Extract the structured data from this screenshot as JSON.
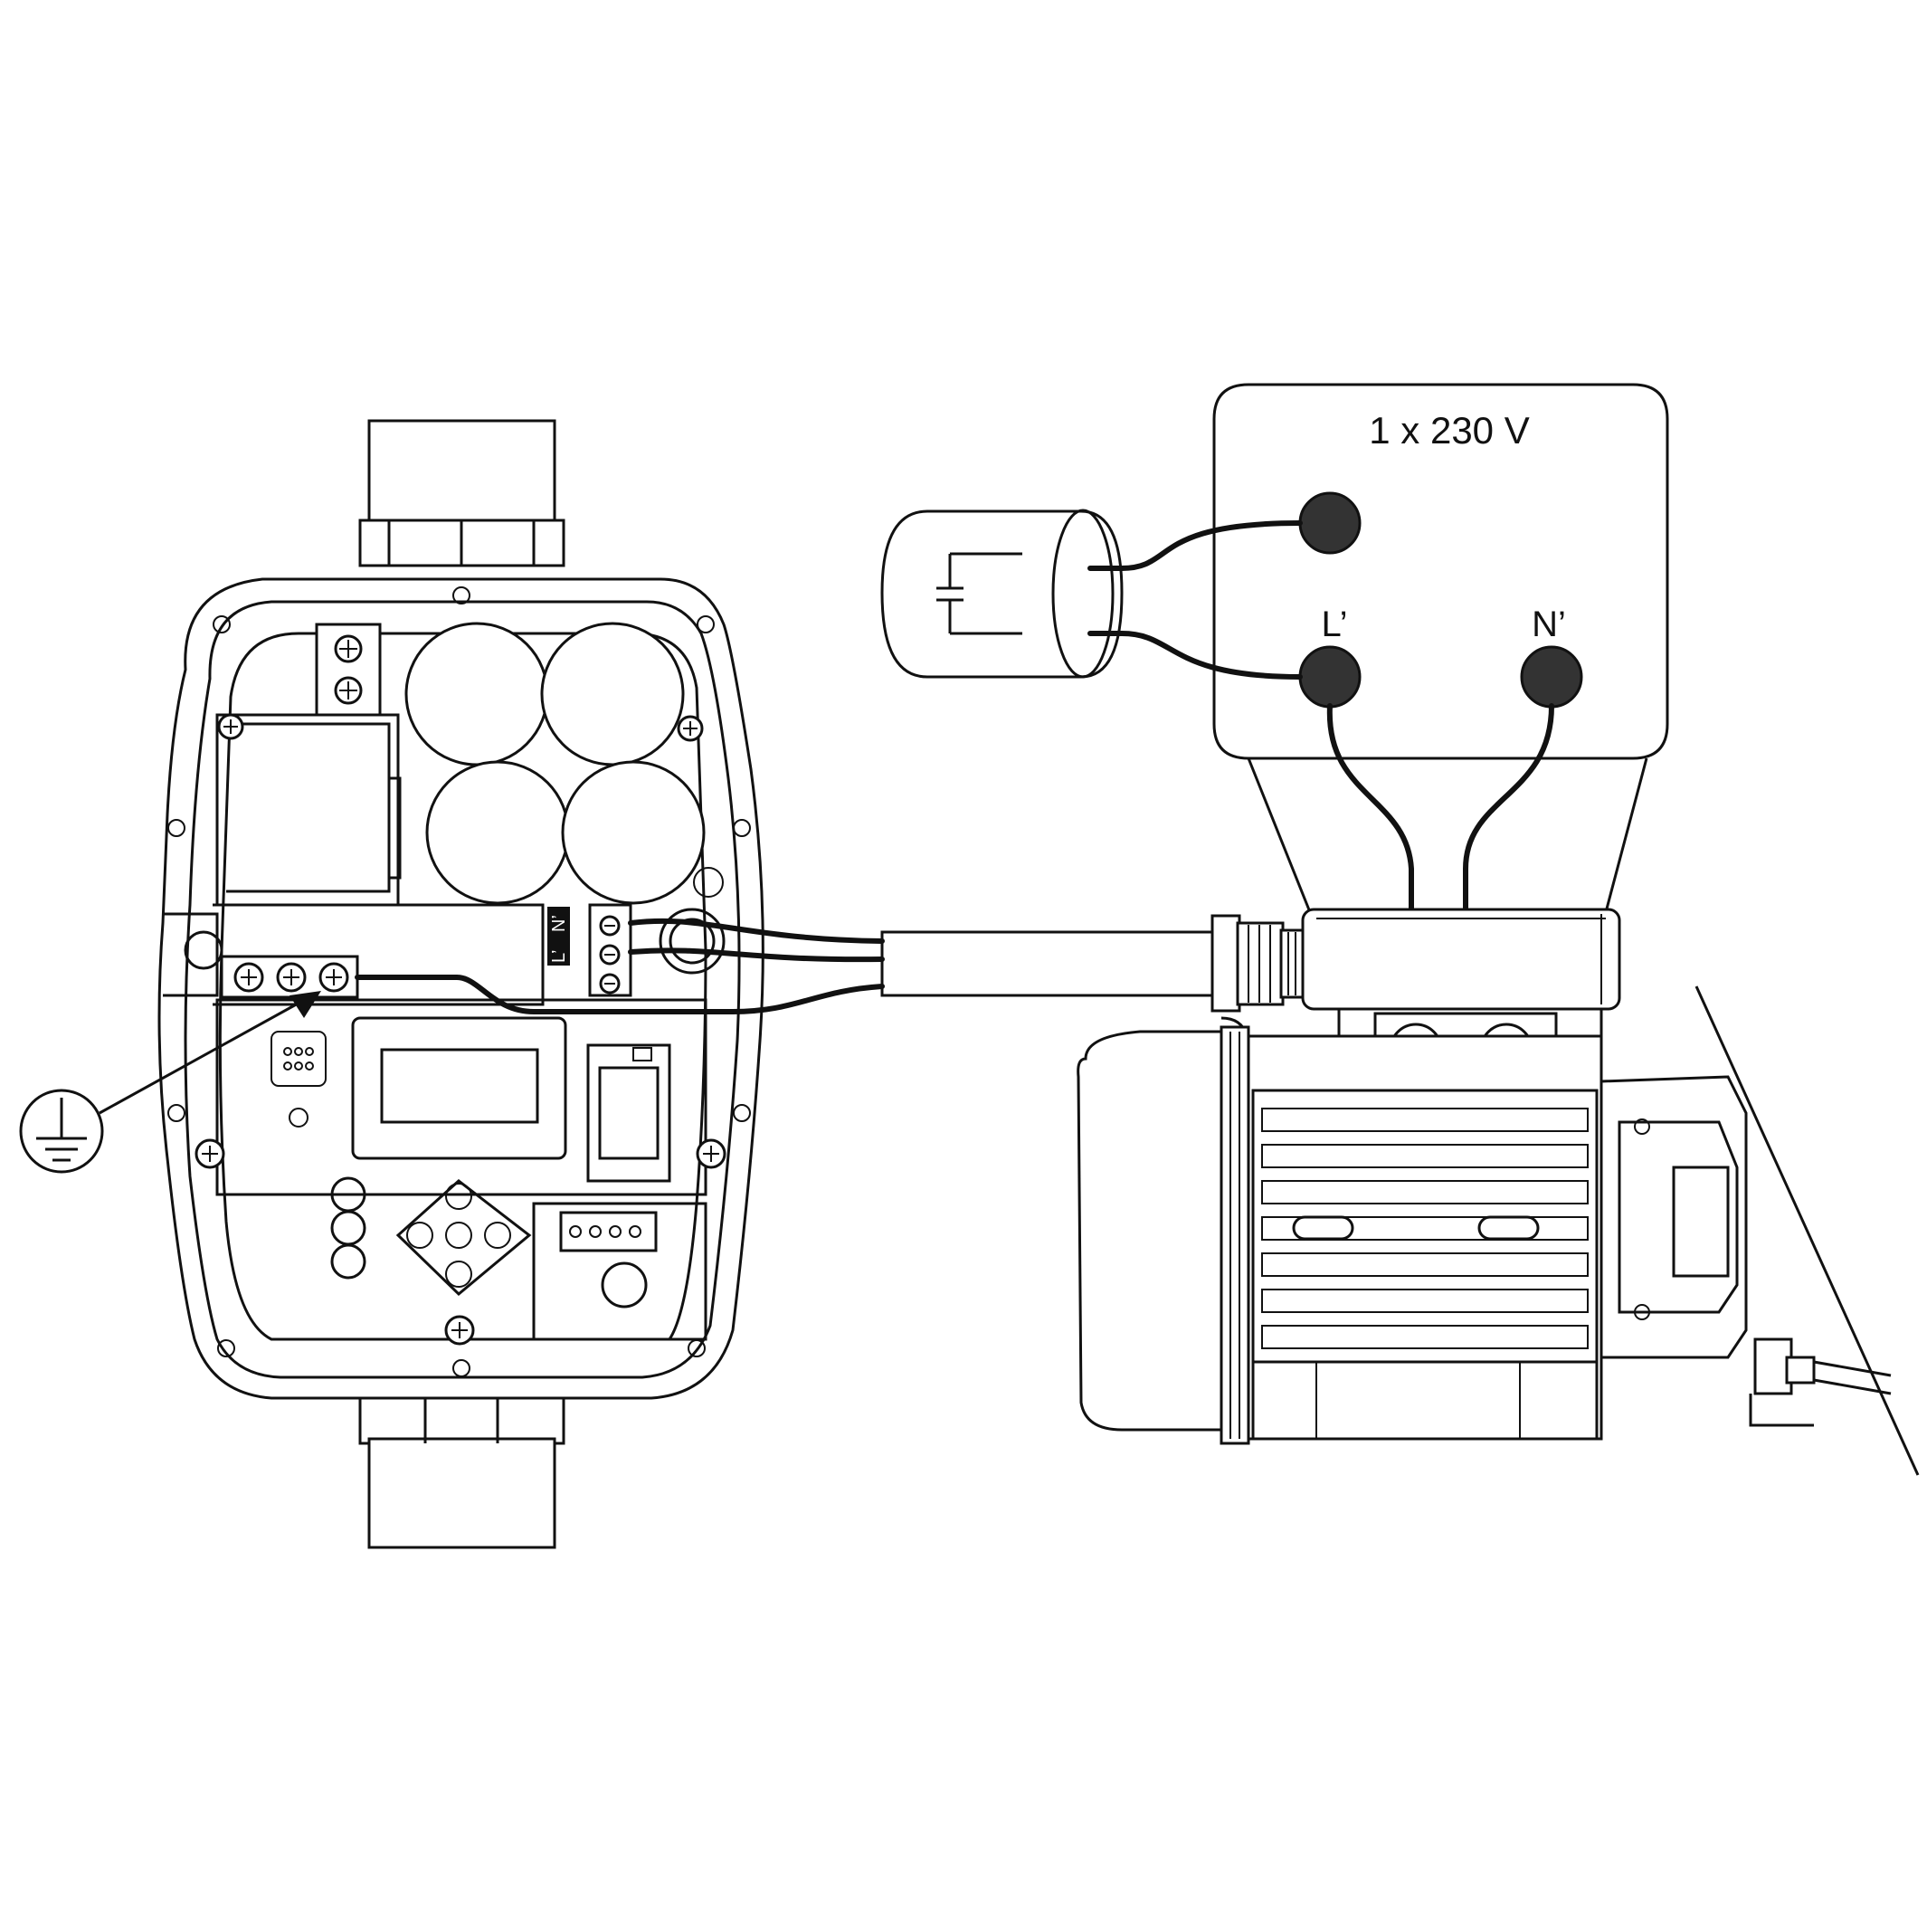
{
  "terminal_box": {
    "voltage_label": "1 x 230 V",
    "terminal_L_label": "L’",
    "terminal_N_label": "N’"
  },
  "controller": {
    "terminal_labels": [
      "L’",
      "N’"
    ]
  },
  "symbols": {
    "ground": "earth-ground-icon",
    "capacitor": "capacitor-icon"
  },
  "colors": {
    "stroke": "#111111",
    "terminal_fill": "#333333",
    "background": "#ffffff"
  }
}
